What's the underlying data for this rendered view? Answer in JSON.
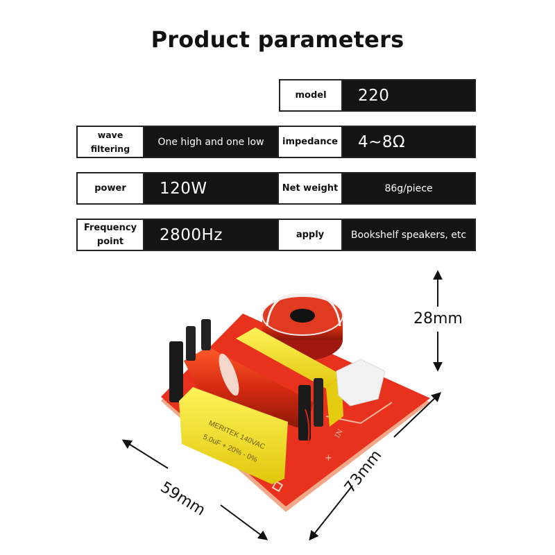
{
  "title": "Product parameters",
  "params": {
    "model": {
      "label": "model",
      "value": "220"
    },
    "wave_filtering": {
      "label": "wave filtering",
      "value": "One high and one low"
    },
    "impedance": {
      "label": "impedance",
      "value": "4~8Ω"
    },
    "power": {
      "label": "power",
      "value": "120W"
    },
    "net_weight": {
      "label": "Net weight",
      "value": "86g/piece"
    },
    "frequency_point": {
      "label_line1": "Frequency",
      "label_line2": "point",
      "value": "2800Hz"
    },
    "apply": {
      "label": "apply",
      "value": "Bookshelf speakers, etc"
    }
  },
  "dimensions": {
    "height": "28mm",
    "width": "59mm",
    "length": "73mm"
  },
  "product_image": {
    "capacitor_text_line1": "MERITEK 140VAC",
    "capacitor_text_line2": "5.0uF + 20% - 0%",
    "board_marking_in": "IN",
    "board_marking_plus": "+",
    "colors": {
      "board": "#e8321e",
      "coil": "#d42a10",
      "capacitor": "#f2e21a",
      "bobbin": "#1a1a1a",
      "resistor": "#f0f0f0"
    }
  }
}
